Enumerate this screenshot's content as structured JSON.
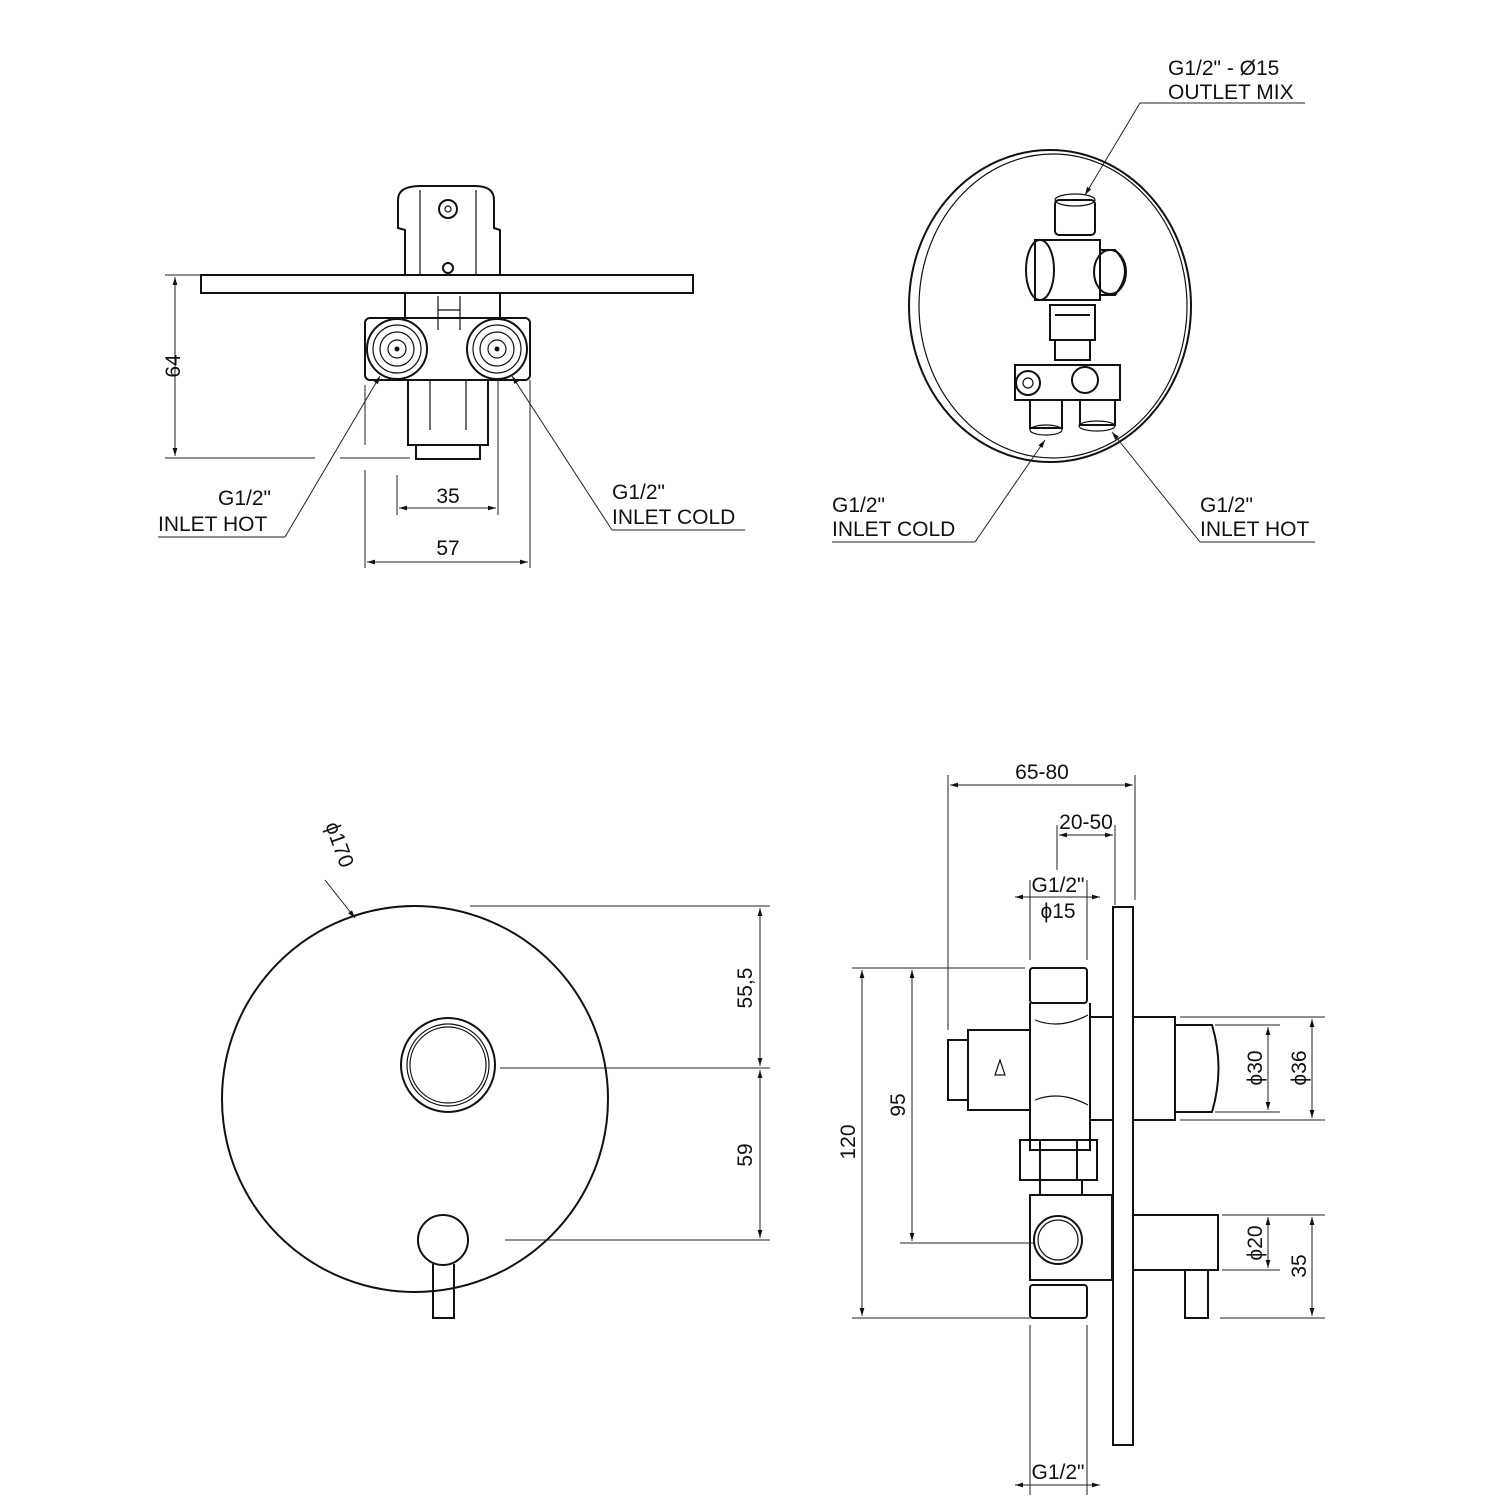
{
  "views": {
    "front_top": {
      "dim_height": "64",
      "dim_inner": "35",
      "dim_outer": "57",
      "inlet_hot": {
        "thread": "G1/2\"",
        "label": "INLET HOT"
      },
      "inlet_cold": {
        "thread": "G1/2\"",
        "label": "INLET COLD"
      }
    },
    "perspective": {
      "outlet": {
        "thread": "G1/2\" - Ø15",
        "label": "OUTLET MIX"
      },
      "inlet_cold": {
        "thread": "G1/2\"",
        "label": "INLET COLD"
      },
      "inlet_hot": {
        "thread": "G1/2\"",
        "label": "INLET HOT"
      }
    },
    "front": {
      "diameter": "ϕ170",
      "dim_upper": "55,5",
      "dim_lower": "59"
    },
    "side": {
      "depth_total": "65-80",
      "depth_adjust": "20-50",
      "top_thread": "G1/2\"",
      "top_diameter": "ϕ15",
      "height_total": "120",
      "height_inner": "95",
      "knob_d1": "ϕ30",
      "knob_d2": "ϕ36",
      "lever_d": "ϕ20",
      "lever_offset": "35",
      "bottom_thread": "G1/2\""
    }
  }
}
